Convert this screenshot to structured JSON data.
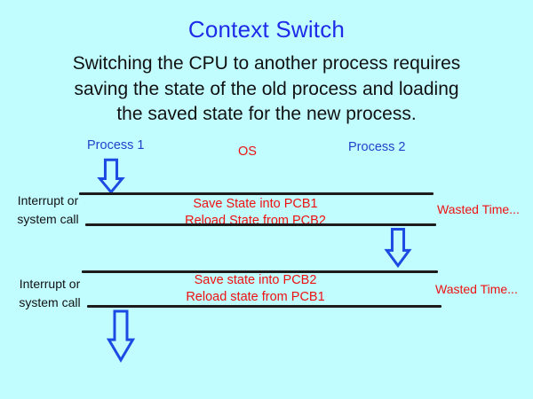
{
  "slide": {
    "title": "Context Switch",
    "description_lines": [
      "Switching the CPU to another process requires",
      "saving the state of the old process and loading",
      "the saved state for the new process."
    ]
  },
  "diagram": {
    "columns": {
      "process1": "Process 1",
      "os": "OS",
      "process2": "Process 2"
    },
    "rows": [
      {
        "left_label_line1": "Interrupt or",
        "left_label_line2": "system call",
        "action_line1": "Save State into PCB1",
        "action_line2": "Reload State from PCB2",
        "right_label": "Wasted Time..."
      },
      {
        "left_label_line1": "Interrupt or",
        "left_label_line2": "system call",
        "action_line1": "Save state into PCB2",
        "action_line2": "Reload state from PCB1",
        "right_label": "Wasted Time..."
      }
    ],
    "icons": {
      "down-arrow-icon": "⇩ outlined block arrow, blue stroke, transparent fill"
    }
  },
  "colors": {
    "background": "#c1fdff",
    "title-blue": "#1e2be9",
    "process-blue": "#2143cb",
    "arrow-blue": "#1c4be4",
    "action-red": "#ee1112",
    "line-black": "#1c1c1c",
    "body-text": "#111111"
  }
}
